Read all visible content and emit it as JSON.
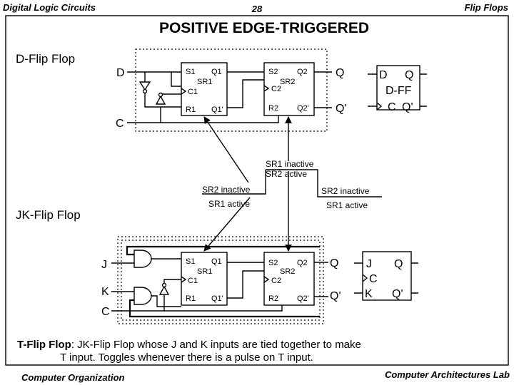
{
  "header": {
    "left": "Digital Logic Circuits",
    "page_number": "28",
    "right": "Flip Flops"
  },
  "title": "POSITIVE  EDGE-TRIGGERED",
  "d_section": {
    "heading": "D-Flip Flop",
    "input_d": "D",
    "input_c": "C",
    "output_q": "Q",
    "output_qn": "Q'",
    "sr1": {
      "s": "S1",
      "q": "Q1",
      "name": "SR1",
      "c": "C1",
      "r": "R1",
      "qn": "Q1'"
    },
    "sr2": {
      "s": "S2",
      "q": "Q2",
      "name": "SR2",
      "c": "C2",
      "r": "R2",
      "qn": "Q2'"
    },
    "symbol": {
      "d": "D",
      "q": "Q",
      "name": "D-FF",
      "c": "C",
      "qn": "Q'"
    }
  },
  "annotations": {
    "top_line1": "SR1 inactive",
    "top_line2": "SR2 active",
    "left_line1": "SR2 inactive",
    "left_line2": "SR1 active",
    "right_line1": "SR2 inactive",
    "right_line2": "SR1 active"
  },
  "jk_section": {
    "heading": "JK-Flip Flop",
    "input_j": "J",
    "input_k": "K",
    "input_c": "C",
    "output_q": "Q",
    "output_qn": "Q'",
    "sr1": {
      "s": "S1",
      "q": "Q1",
      "name": "SR1",
      "c": "C1",
      "r": "R1",
      "qn": "Q1'"
    },
    "sr2": {
      "s": "S2",
      "q": "Q2",
      "name": "SR2",
      "c": "C2",
      "r": "R2",
      "qn": "Q2'"
    },
    "symbol": {
      "j": "J",
      "q": "Q",
      "c": "C",
      "k": "K",
      "qn": "Q'"
    }
  },
  "tff_text": {
    "line1": "T-Flip Flop: JK-Flip Flop whose J and K inputs are tied together to make",
    "line2": "T input.  Toggles whenever there is a pulse on T input."
  },
  "footer": {
    "left": "Computer Organization",
    "right": "Computer Architectures Lab"
  }
}
